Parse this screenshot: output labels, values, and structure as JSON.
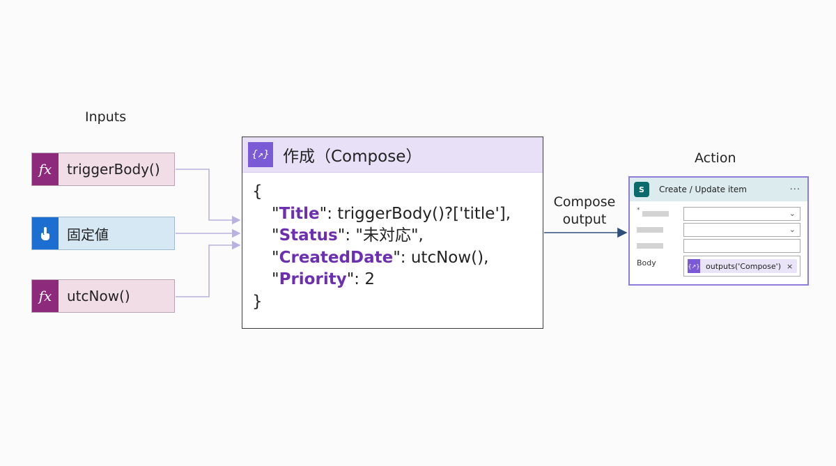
{
  "labels": {
    "inputs": "Inputs",
    "action": "Action",
    "compose_output_line1": "Compose",
    "compose_output_line2": "output"
  },
  "inputs": [
    {
      "icon": "function-icon",
      "icon_text": "fx",
      "label": "triggerBody()",
      "color": "#8e2a7b"
    },
    {
      "icon": "touch-icon",
      "icon_text": "",
      "label": "固定値",
      "color": "#1c6fd1"
    },
    {
      "icon": "function-icon",
      "icon_text": "fx",
      "label": "utcNow()",
      "color": "#8e2a7b"
    }
  ],
  "compose": {
    "icon": "compose-icon",
    "icon_text": "{↗}",
    "title": "作成（Compose）",
    "open_brace": "{",
    "close_brace": "}",
    "lines": [
      {
        "key": "Title",
        "value": "triggerBody()?['title'],"
      },
      {
        "key": "Status",
        "value": "\"未対応\","
      },
      {
        "key": "CreatedDate",
        "value": "utcNow(),"
      },
      {
        "key": "Priority",
        "value": "2"
      }
    ]
  },
  "action": {
    "title": "Create / Update item",
    "more": "···",
    "required_mark": "*",
    "body_label": "Body",
    "token_text": "outputs('Compose')",
    "token_close": "×",
    "sp_icon_text": "S"
  },
  "colors": {
    "accent_purple": "#7b5ad6",
    "function_magenta": "#8e2a7b",
    "connector": "#b8b2e0",
    "arrow_dark": "#2f4f7a"
  }
}
